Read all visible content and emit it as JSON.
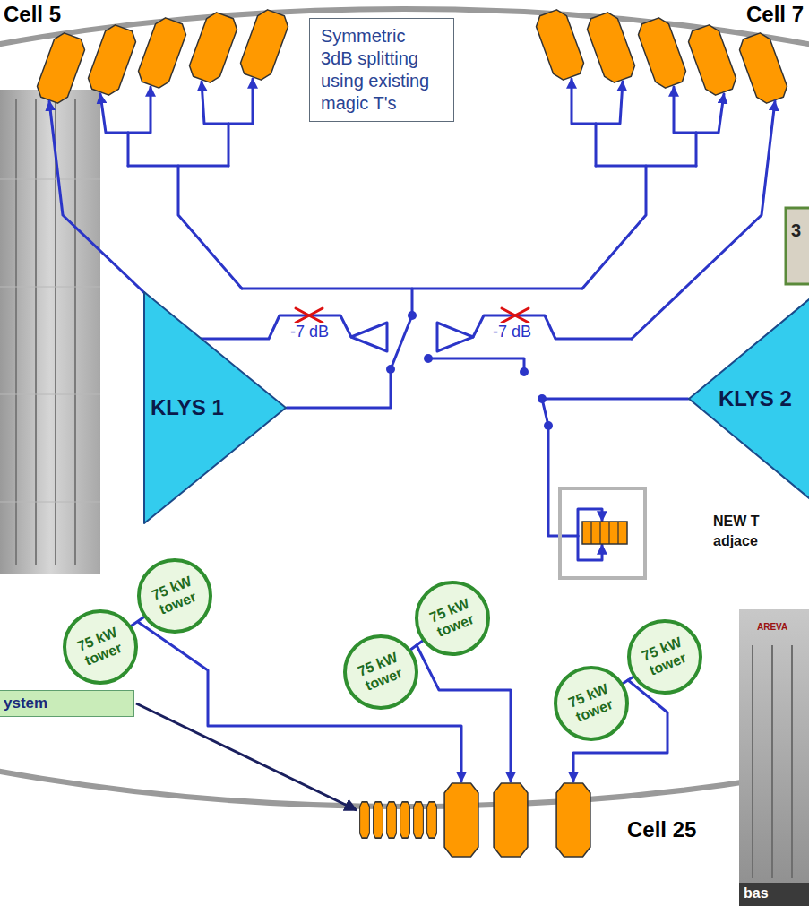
{
  "diagram": {
    "nodes": [
      {
        "text": [
          "Symmetric 3dB splitting using existing magic T's"
        ]
      },
      {
        "text": [
          "KLYS 1"
        ]
      },
      {
        "text": [
          "KLYS 2"
        ]
      },
      {
        "text": [
          "75 kW tower"
        ]
      },
      {
        "text": [
          "75 kW tower"
        ]
      },
      {
        "text": [
          "75 kW tower"
        ]
      },
      {
        "text": [
          "75 kW tower"
        ]
      },
      {
        "text": [
          "75 kW tower"
        ]
      },
      {
        "text": [
          "75 kW tower"
        ]
      },
      {
        "text": [
          "ystem"
        ]
      }
    ],
    "edges": [
      {
        "from": 3,
        "to": 4,
        "arrow": "none"
      },
      {
        "from": 5,
        "to": 6,
        "arrow": "none"
      },
      {
        "from": 7,
        "to": 8,
        "arrow": "none"
      }
    ],
    "labels": [
      "Cell 5",
      "Cell 7",
      "-7 dB",
      "-7 dB",
      "NEW T",
      "adjace",
      "Cell 25",
      "3",
      "bas",
      "AREVA"
    ]
  }
}
